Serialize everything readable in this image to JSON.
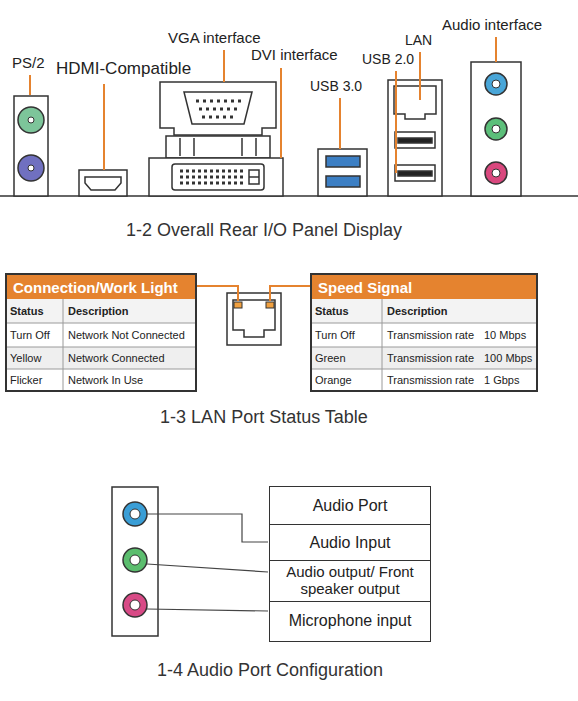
{
  "diagram": {
    "nodes": [
      {
        "text": [
          "Connection/Work Light"
        ]
      },
      {
        "text": [
          "Speed Signal"
        ]
      },
      {
        "text": [
          "Audio Port"
        ]
      },
      {
        "text": [
          "Audio Input"
        ],
        "in": 2
      },
      {
        "text": [
          "Audio output/ Front speaker output"
        ],
        "in": 2
      },
      {
        "text": [
          "Microphone input"
        ],
        "in": 2
      }
    ],
    "labels": [
      "PS/2",
      "HDMI-Compatible",
      "VGA interface",
      "DVI interface",
      "USB 3.0",
      "USB 2.0",
      "LAN",
      "Audio interface",
      "1-2 Overall Rear I/O Panel Display",
      "Status",
      "Description",
      "Turn Off",
      "Network Not Connected",
      "Yellow",
      "Network Connected",
      "Flicker",
      "Network In Use",
      "Status",
      "Description",
      "Turn Off",
      "Transmission rate",
      "10 Mbps",
      "Green",
      "Transmission rate",
      "100 Mbps",
      "Orange",
      "Transmission rate",
      "1 Gbps",
      "1-3 LAN Port Status Table",
      "1-4 Audio Port Configuration"
    ]
  }
}
